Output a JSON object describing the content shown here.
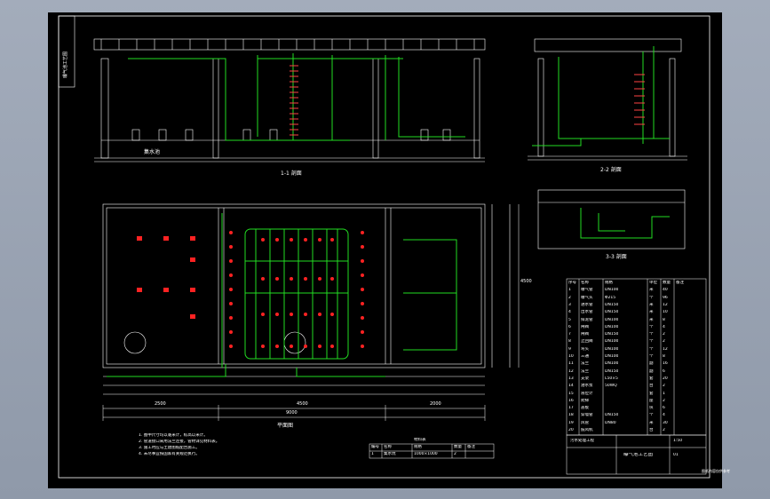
{
  "colors": {
    "background": "#000000",
    "linework": "#ffffff",
    "pipe": "#22dd22",
    "marker": "#ff2222",
    "chrome": "#9aa4b3"
  },
  "views": {
    "section_1_1": "1-1 剖面",
    "section_2_2": "2-2 剖面",
    "section_3_3": "3-3 剖面",
    "plan": "平面图"
  },
  "labels": {
    "pump_room": "集水池",
    "legend_title": "材料表",
    "drawing_name": "曝气池工艺图",
    "watermark": "图纸内容仅供参考"
  },
  "notes": [
    "1. 图中尺寸均以毫米计，标高以米计。",
    "2. 管道接口采用法兰连接，管材详见材料表。",
    "3. 施工时应与土建图纸配合施工。",
    "4. 未尽事宜按国家有关规范执行。"
  ],
  "dimensions": {
    "total_width": "9000",
    "segment_a": "2500",
    "segment_b": "4500",
    "segment_c": "2000",
    "height": "4500"
  },
  "material_table": {
    "headers": [
      "序号",
      "名称",
      "规格",
      "单位",
      "数量",
      "备注"
    ],
    "rows": [
      [
        "1",
        "曝气管",
        "DN100",
        "米",
        "40",
        ""
      ],
      [
        "2",
        "曝气头",
        "Φ215",
        "个",
        "96",
        ""
      ],
      [
        "3",
        "进水管",
        "DN150",
        "米",
        "12",
        ""
      ],
      [
        "4",
        "出水管",
        "DN150",
        "米",
        "10",
        ""
      ],
      [
        "5",
        "排泥管",
        "DN100",
        "米",
        "8",
        ""
      ],
      [
        "6",
        "闸阀",
        "DN100",
        "个",
        "4",
        ""
      ],
      [
        "7",
        "闸阀",
        "DN150",
        "个",
        "2",
        ""
      ],
      [
        "8",
        "止回阀",
        "DN100",
        "个",
        "2",
        ""
      ],
      [
        "9",
        "弯头",
        "DN100",
        "个",
        "12",
        ""
      ],
      [
        "10",
        "三通",
        "DN100",
        "个",
        "8",
        ""
      ],
      [
        "11",
        "法兰",
        "DN100",
        "副",
        "16",
        ""
      ],
      [
        "12",
        "法兰",
        "DN150",
        "副",
        "6",
        ""
      ],
      [
        "13",
        "支架",
        "L50×5",
        "套",
        "20",
        ""
      ],
      [
        "14",
        "潜水泵",
        "50WQ",
        "台",
        "2",
        ""
      ],
      [
        "15",
        "液位计",
        "",
        "套",
        "1",
        ""
      ],
      [
        "16",
        "爬梯",
        "",
        "座",
        "2",
        ""
      ],
      [
        "17",
        "盖板",
        "",
        "块",
        "6",
        ""
      ],
      [
        "18",
        "穿墙管",
        "DN150",
        "个",
        "4",
        ""
      ],
      [
        "19",
        "风管",
        "DN80",
        "米",
        "30",
        ""
      ],
      [
        "20",
        "鼓风机",
        "",
        "台",
        "2",
        ""
      ]
    ]
  },
  "small_table": {
    "headers": [
      "编号",
      "名称",
      "规格",
      "数量",
      "备注"
    ],
    "row": [
      "1",
      "集水坑",
      "1000×1000",
      "2",
      ""
    ]
  },
  "title_block": {
    "project": "污水处理工程",
    "drawing_title": "曝气池工艺图",
    "scale": "1:50",
    "sheet": "01"
  }
}
